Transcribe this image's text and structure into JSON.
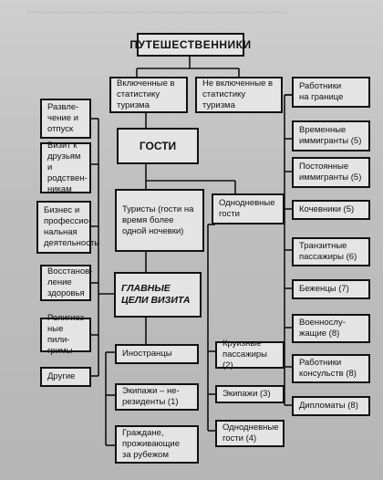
{
  "title": "ПУТЕШЕСТВЕННИКИ",
  "included": "Включенные в статистику туризма",
  "not_included": "Не включенные в статистику туризма",
  "guests": "ГОСТИ",
  "tourists": "Туристы (гости на время более одной ночевки)",
  "same_day_visitors": "Однодневные гости",
  "main_purposes": "ГЛАВНЫЕ ЦЕЛИ ВИЗИТА",
  "purposes": [
    "Развле-\nчение и\nотпуск",
    "Визит к\nдрузьям и\nродствен-\nникам",
    "Бизнес и\nпрофессио-\nнальная\nдеятельность",
    "Восстанов-\nление\nздоровья",
    "Религиоз-\nные пили-\nгримы",
    "Другие"
  ],
  "tourist_types": [
    "Иностранцы",
    "Экипажи – не-\nрезиденты (1)",
    "Граждане,\nпроживающие\nза рубежом"
  ],
  "same_day_types": [
    "Круизные\nпассажиры (2)",
    "Экипажи (3)",
    "Однодневные\nгости (4)"
  ],
  "excluded": [
    "Работники\nна границе",
    "Временные\nиммигранты (5)",
    "Постоянные\nиммигранты (5)",
    "Кочевники (5)",
    "Транзитные\nпассажиры (6)",
    "Беженцы (7)",
    "Военнослу-\nжащие (8)",
    "Работники\nконсульств (8)",
    "Дипломаты (8)"
  ]
}
